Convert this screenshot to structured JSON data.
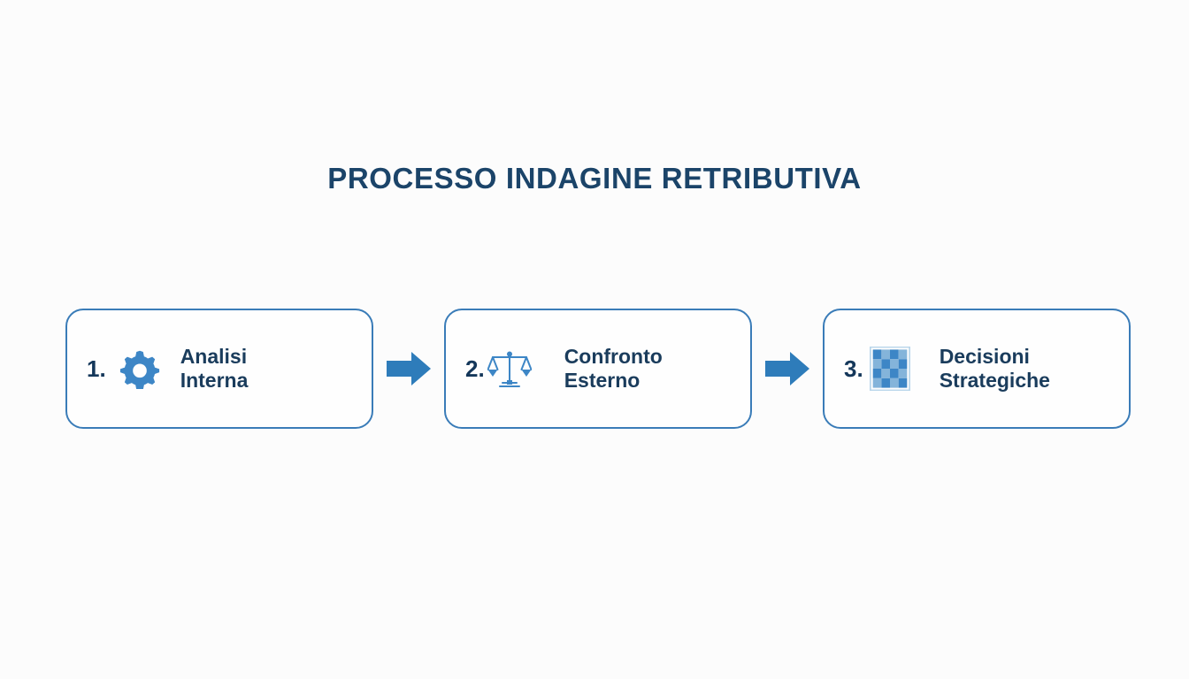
{
  "slide": {
    "background_color": "#fcfcfc",
    "title": "PROCESSO INDAGINE RETRIBUTIVA",
    "title_color": "#1b4469"
  },
  "colors": {
    "accent_blue": "#3a7cb8",
    "icon_blue": "#3d86c6",
    "text_navy": "#1a3c5c",
    "arrow_blue": "#2e7cba"
  },
  "flow": {
    "steps": [
      {
        "number": "1.",
        "icon": "gear-icon",
        "label_line1": "Analisi",
        "label_line2": "Interna"
      },
      {
        "number": "2.",
        "icon": "balance-scales-icon",
        "label_line1": "Confronto",
        "label_line2": "Esterno"
      },
      {
        "number": "3.",
        "icon": "chessboard-icon",
        "label_line1": "Decisioni",
        "label_line2": "Strategiche"
      }
    ],
    "connectors": [
      {
        "icon": "arrow-right-icon"
      },
      {
        "icon": "arrow-right-icon"
      }
    ]
  }
}
